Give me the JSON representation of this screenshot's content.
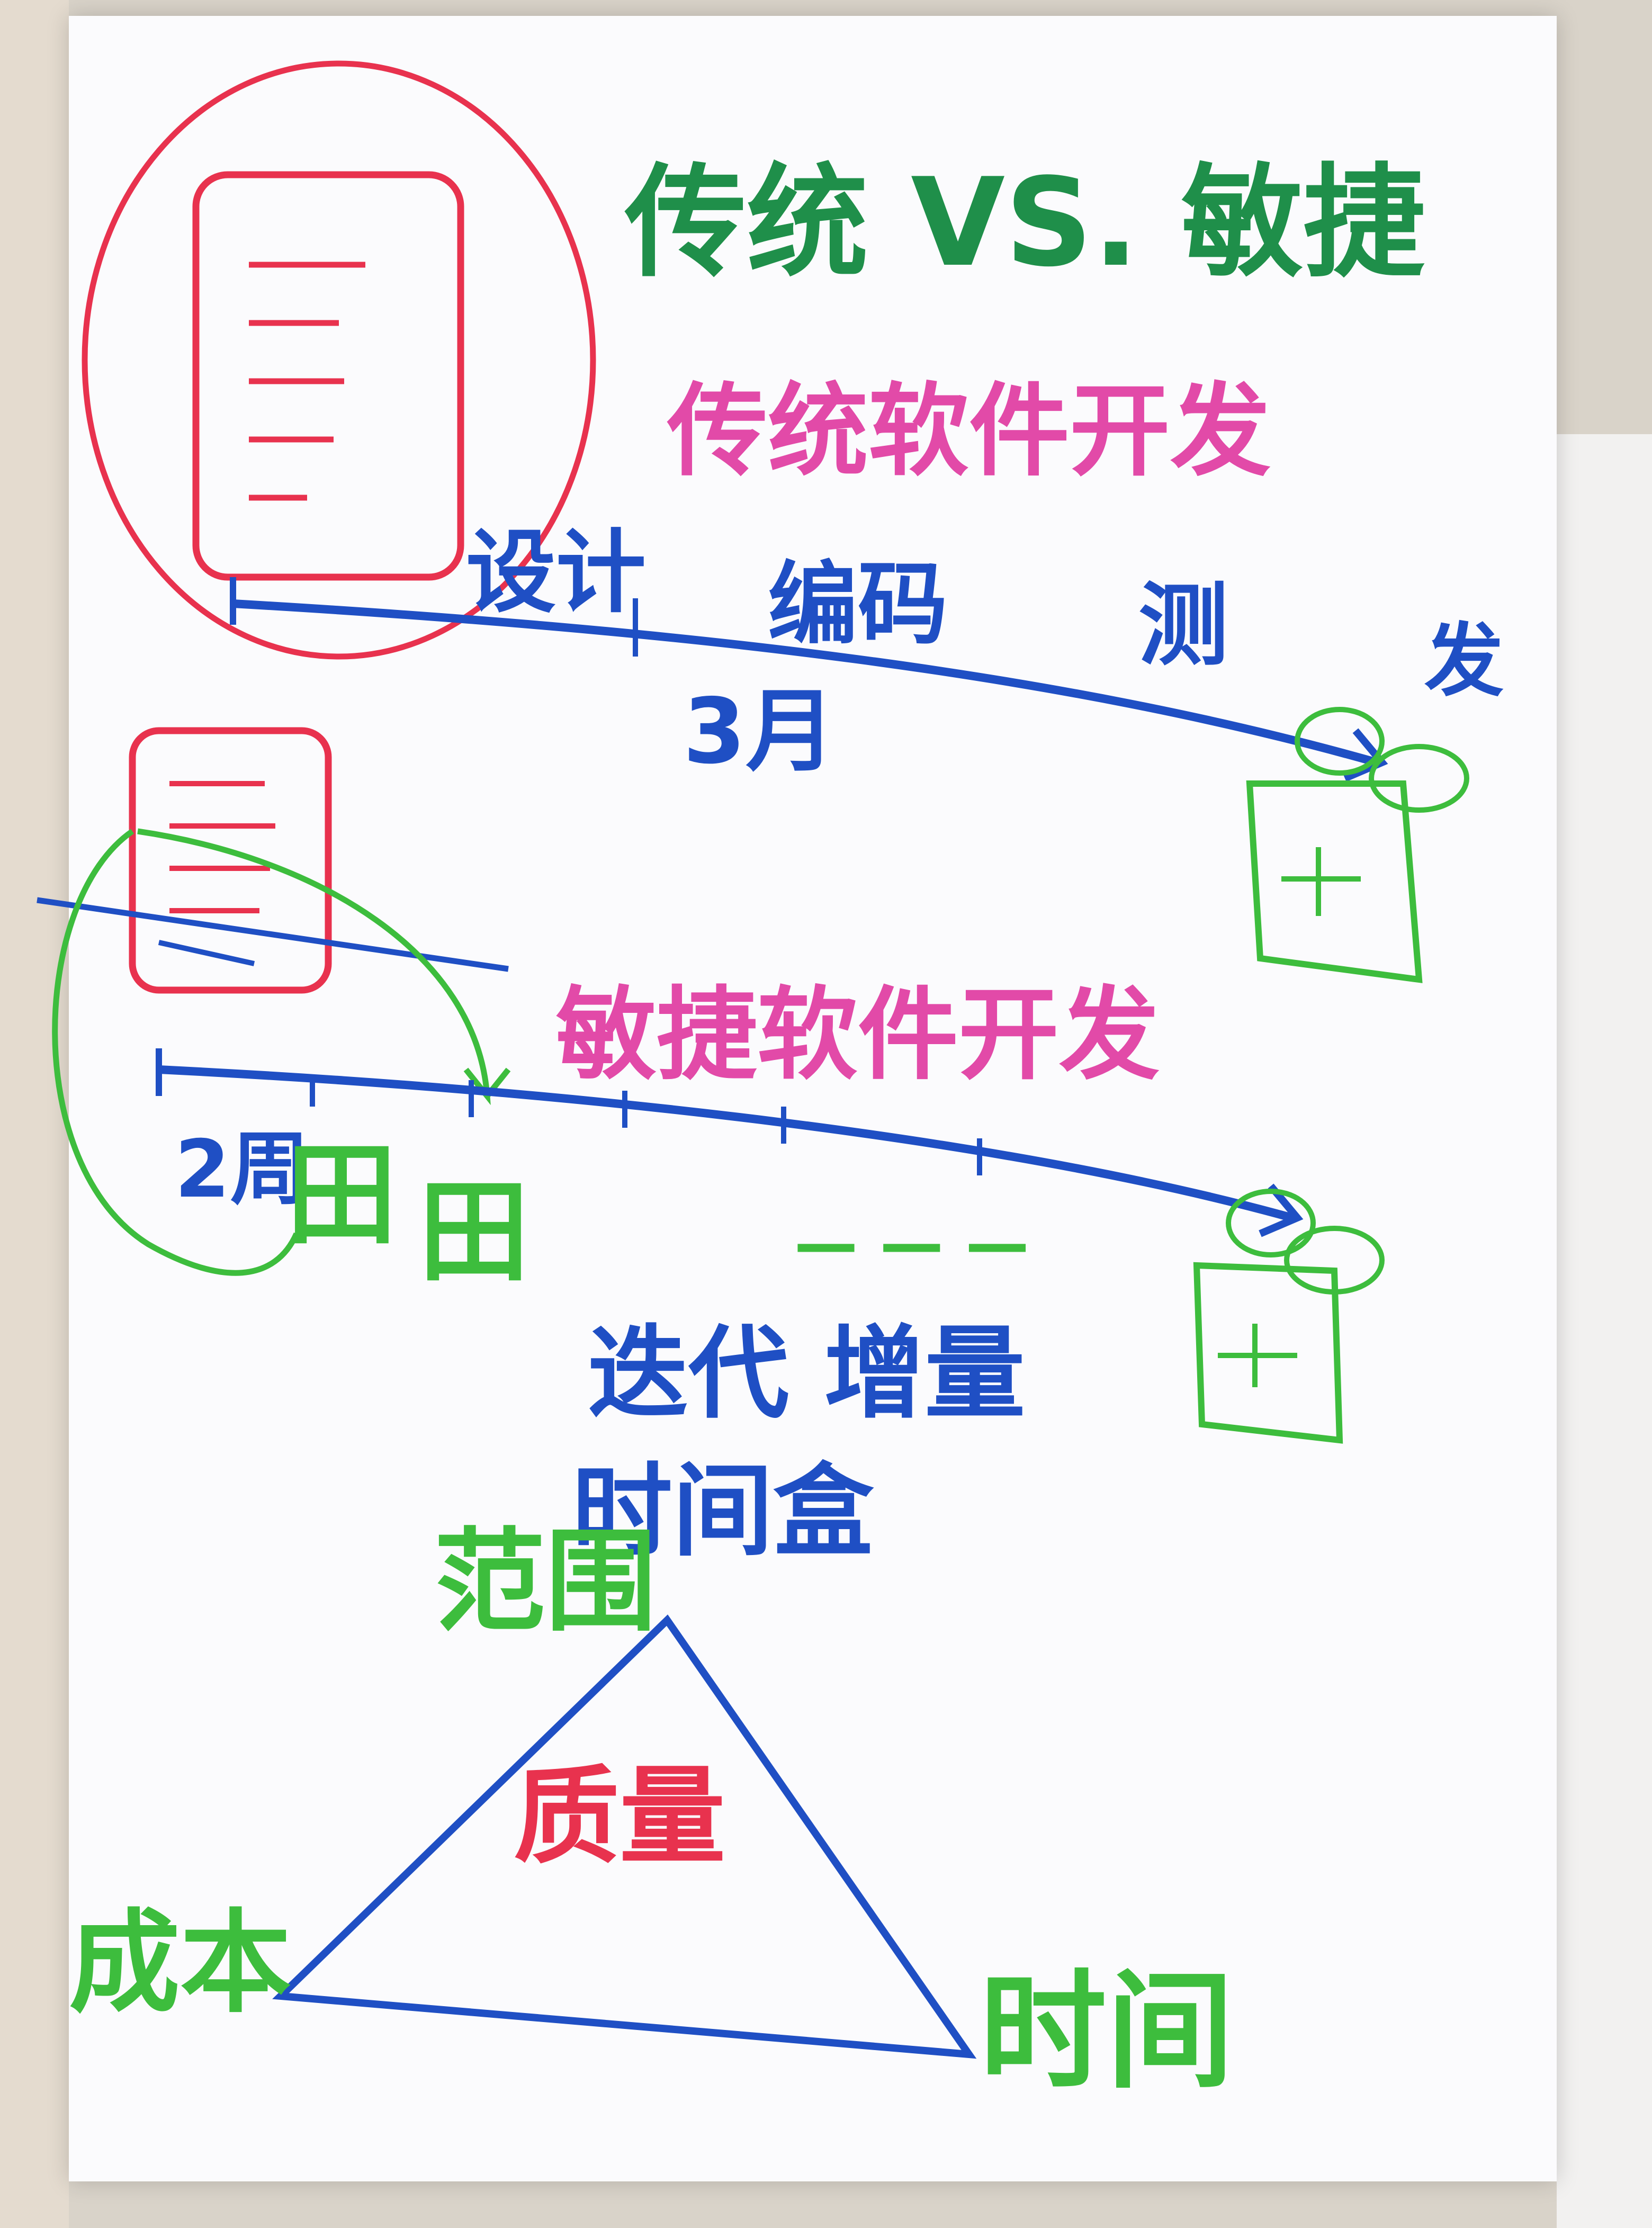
{
  "title": "传统 VS. 敏捷",
  "traditional": {
    "heading": "传统软件开发",
    "phases": [
      "设计",
      "编码",
      "测",
      "发"
    ],
    "duration": "3月"
  },
  "agile": {
    "heading": "敏捷软件开发",
    "cycle": "2周",
    "sprint_marks": [
      "田",
      "田"
    ],
    "note": "— — —"
  },
  "concepts": {
    "line1": "迭代 增量",
    "line2": "时间盒"
  },
  "triangle": {
    "top": "范围",
    "left": "成本",
    "right": "时间",
    "center": "质量"
  },
  "colors": {
    "green": "#1f8f4a",
    "blue": "#1f4fc4",
    "red": "#e8324e",
    "pink": "#e24aa8",
    "lime": "#3dbd3d",
    "paper": "#fbfbfd",
    "wall": "#d9d3c9"
  }
}
